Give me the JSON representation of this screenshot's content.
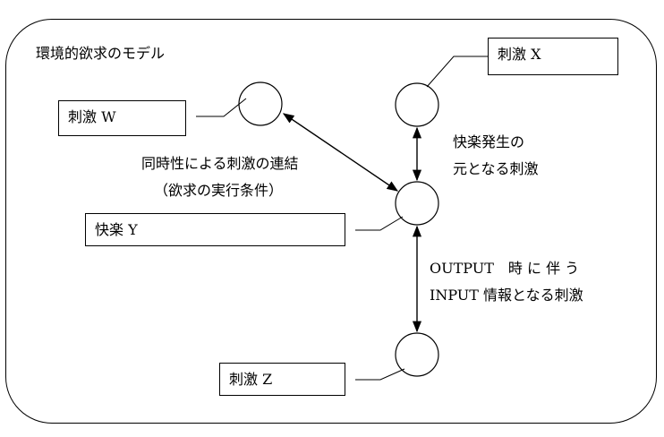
{
  "title": "環境的欲求のモデル",
  "stimuli": {
    "w": "刺激 W",
    "x": "刺激 X",
    "y": "快楽 Y",
    "z": "刺激 Z"
  },
  "annotations": {
    "wy_line1": "同時性による刺激の連結",
    "wy_line2": "（欲求の実行条件）",
    "xy_line1": "快楽発生の",
    "xy_line2": "元となる刺激",
    "yz_line1": "OUTPUT　時 に 伴 う",
    "yz_line2": "INPUT 情報となる刺激"
  },
  "colors": {
    "stroke": "#000000",
    "background": "#ffffff"
  }
}
